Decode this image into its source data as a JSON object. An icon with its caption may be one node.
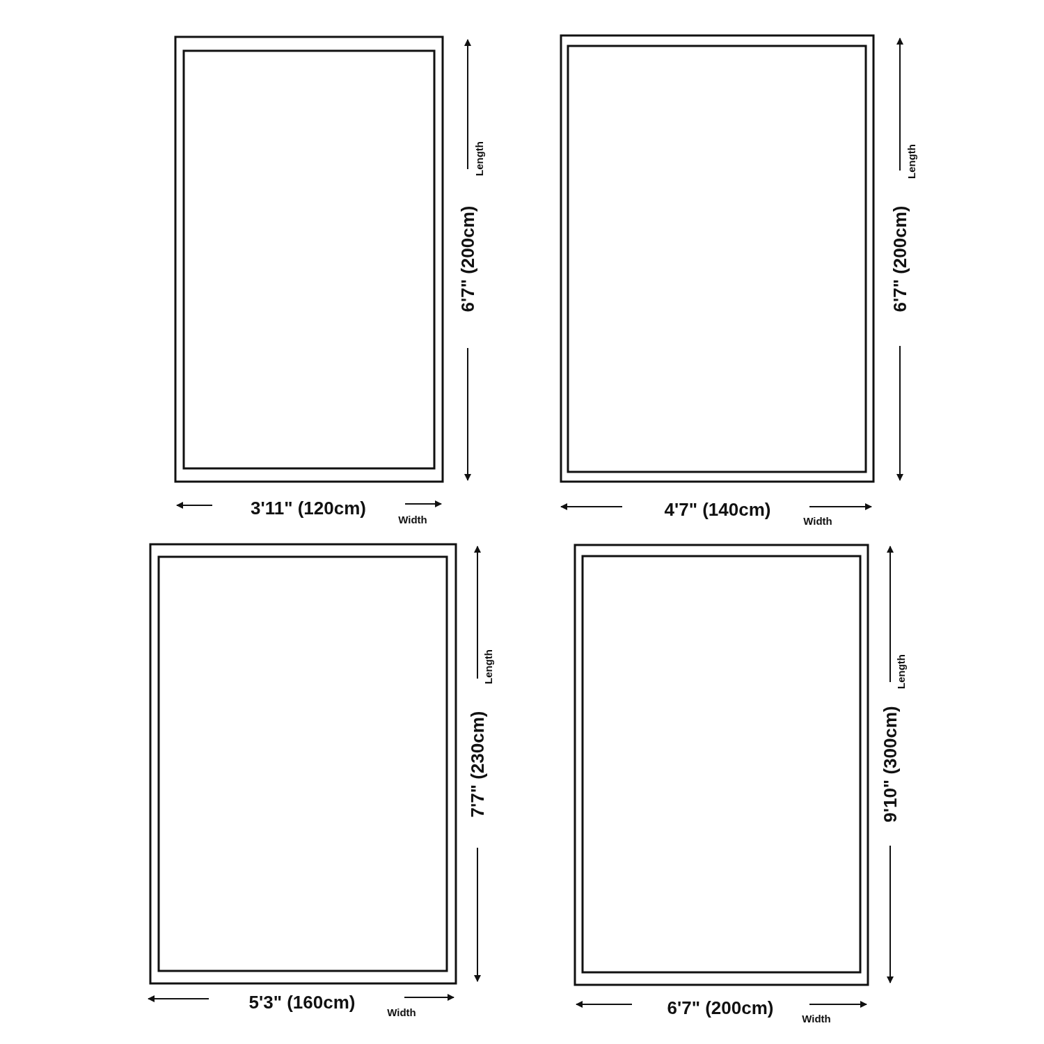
{
  "diagram": {
    "labels": [
      "Length",
      "6'7\" (200cm)",
      "3'11\" (120cm)",
      "Width",
      "Length",
      "6'7\" (200cm)",
      "4'7\" (140cm)",
      "Width",
      "Length",
      "7'7\" (230cm)",
      "5'3\" (160cm)",
      "Width",
      "Length",
      "9'10\" (300cm)",
      "6'7\" (200cm)",
      "Width"
    ]
  }
}
